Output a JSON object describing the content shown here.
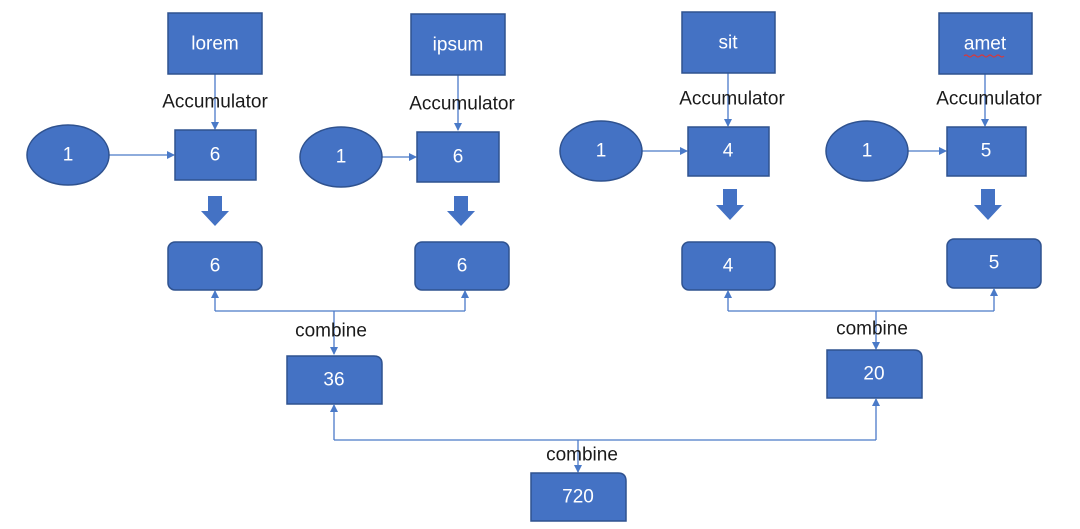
{
  "groups": [
    {
      "word": "lorem",
      "accumulator_label": "Accumulator",
      "initial": "1",
      "accumulator_value": "6",
      "result": "6"
    },
    {
      "word": "ipsum",
      "accumulator_label": "Accumulator",
      "initial": "1",
      "accumulator_value": "6",
      "result": "6"
    },
    {
      "word": "sit",
      "accumulator_label": "Accumulator",
      "initial": "1",
      "accumulator_value": "4",
      "result": "4"
    },
    {
      "word": "amet",
      "accumulator_label": "Accumulator",
      "initial": "1",
      "accumulator_value": "5",
      "result": "5"
    }
  ],
  "combines": [
    {
      "label": "combine",
      "result": "36"
    },
    {
      "label": "combine",
      "result": "20"
    },
    {
      "label": "combine",
      "result": "720"
    }
  ],
  "colors": {
    "node_fill": "#4472c4",
    "node_stroke": "#2f528f",
    "connector": "#4a7ac8",
    "node_text": "#ffffff",
    "label_text": "#1a1a1a",
    "spelling_underline": "#d9383a"
  }
}
